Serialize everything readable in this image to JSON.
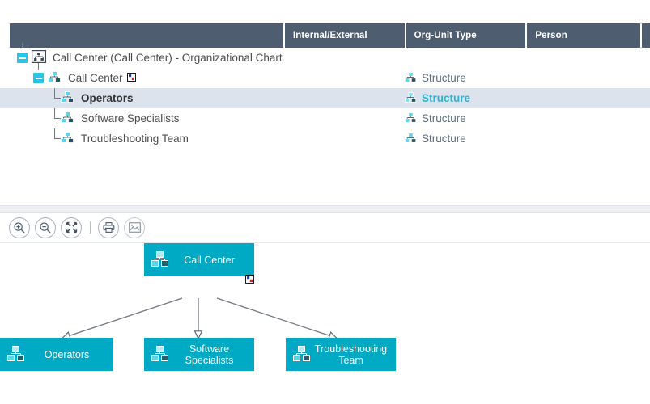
{
  "grid": {
    "columns": [
      {
        "key": "name",
        "label": ""
      },
      {
        "key": "internal_external",
        "label": "Internal/External"
      },
      {
        "key": "org_unit_type",
        "label": "Org-Unit Type"
      },
      {
        "key": "person",
        "label": "Person"
      }
    ],
    "rows": [
      {
        "name": "Call Center (Call Center) - Organizational Chart",
        "depth": 0,
        "expander": "minus",
        "icon": "org-chart-root-icon",
        "internal_external": "",
        "org_unit_type": "",
        "person": "",
        "selected": false,
        "badge": null
      },
      {
        "name": "Call Center",
        "depth": 1,
        "expander": "minus",
        "icon": "org-unit-icon",
        "internal_external": "",
        "org_unit_type": "Structure",
        "person": "",
        "selected": false,
        "badge": "flag-badge-icon"
      },
      {
        "name": "Operators",
        "depth": 2,
        "expander": null,
        "icon": "org-unit-icon",
        "internal_external": "",
        "org_unit_type": "Structure",
        "person": "",
        "selected": true,
        "badge": null
      },
      {
        "name": "Software Specialists",
        "depth": 2,
        "expander": null,
        "icon": "org-unit-icon",
        "internal_external": "",
        "org_unit_type": "Structure",
        "person": "",
        "selected": false,
        "badge": null
      },
      {
        "name": "Troubleshooting Team",
        "depth": 2,
        "expander": null,
        "icon": "org-unit-icon",
        "internal_external": "",
        "org_unit_type": "Structure",
        "person": "",
        "selected": false,
        "badge": null
      }
    ]
  },
  "diagram": {
    "toolbar": [
      {
        "name": "zoom-in-icon",
        "title": "Zoom In"
      },
      {
        "name": "zoom-out-icon",
        "title": "Zoom Out"
      },
      {
        "name": "fit-to-screen-icon",
        "title": "Fit to Screen"
      },
      {
        "name": "print-icon",
        "title": "Print"
      },
      {
        "name": "export-image-icon",
        "title": "Export as Image"
      }
    ],
    "nodes": [
      {
        "id": "root",
        "label": "Call Center",
        "icon": "org-unit-icon",
        "badge": "flag-badge-icon"
      },
      {
        "id": "c1",
        "label": "Operators",
        "icon": "org-unit-icon",
        "badge": null
      },
      {
        "id": "c2",
        "label": "Software\nSpecialists",
        "icon": "org-unit-icon",
        "badge": null
      },
      {
        "id": "c3",
        "label": "Troubleshooting\nTeam",
        "icon": "org-unit-icon",
        "badge": null
      }
    ]
  },
  "colors": {
    "header_bar": "#4e5d70",
    "node_fill": "#00a9c4",
    "selected_row": "#dde3ed",
    "accent_cyan": "#2bb3d4",
    "expander": "#27c3e8"
  }
}
